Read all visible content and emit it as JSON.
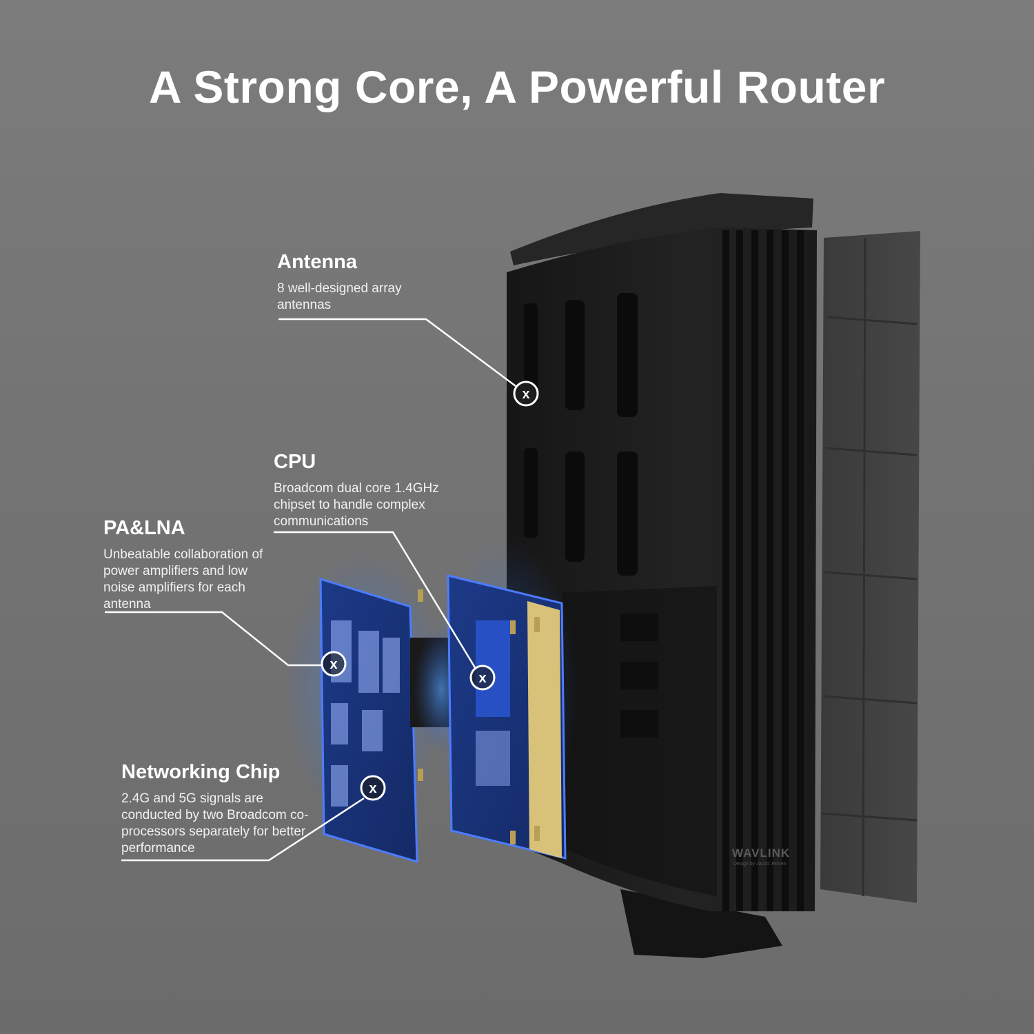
{
  "headline": "A Strong Core, A Powerful Router",
  "callouts": [
    {
      "id": "antenna",
      "title": "Antenna",
      "description": "8 well-designed array antennas"
    },
    {
      "id": "cpu",
      "title": "CPU",
      "description": "Broadcom dual core 1.4GHz chipset to handle complex communications"
    },
    {
      "id": "pa_lna",
      "title": "PA&LNA",
      "description": "Unbeatable collaboration of power amplifiers and low noise amplifiers for each antenna"
    },
    {
      "id": "networking_chip",
      "title": "Networking Chip",
      "description": "2.4G and 5G signals are conducted by two Broadcom co-processors separately for better performance"
    }
  ],
  "marker_glyph": "x",
  "brand": {
    "name": "WAVLINK",
    "tagline": "Design by Jacob Jensen"
  },
  "colors": {
    "background": "#777777",
    "text": "#ffffff",
    "router_body": "#1f1f1f",
    "board_blue": "#1e3a8c",
    "glow": "#3d8bff",
    "gold": "#d8c27a"
  }
}
